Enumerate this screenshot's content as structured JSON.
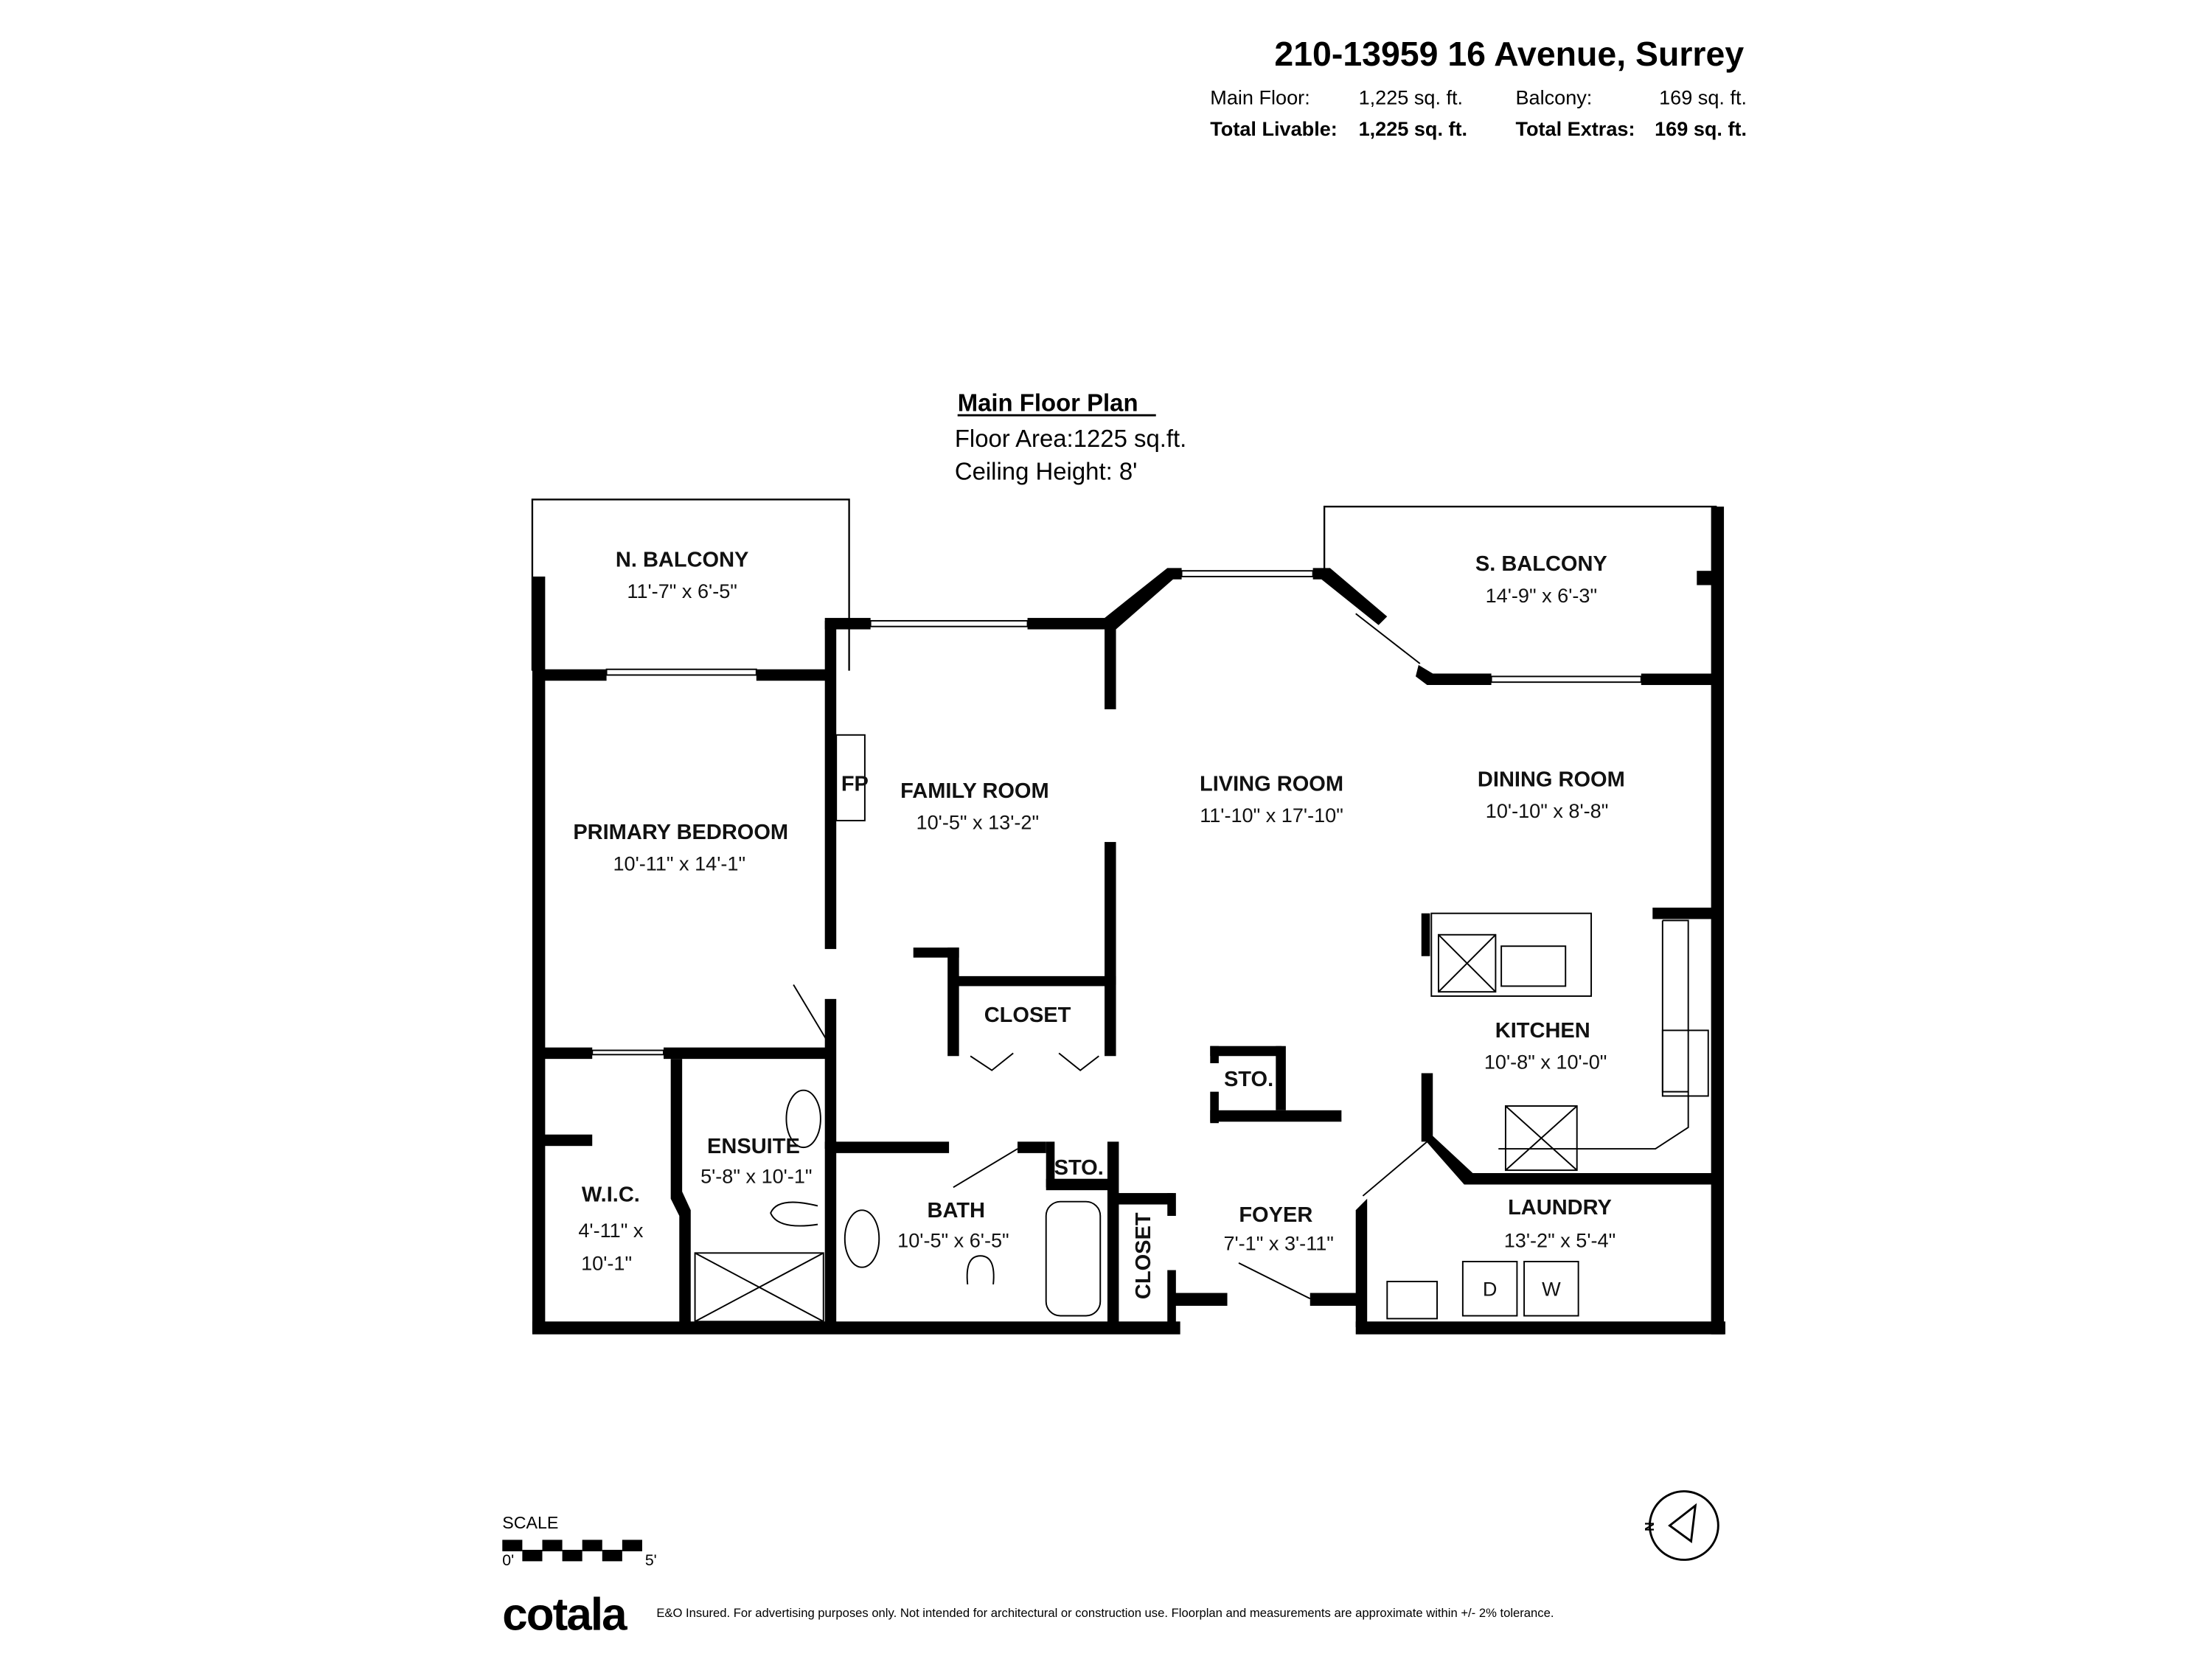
{
  "header": {
    "address": "210-13959 16 Avenue, Surrey",
    "main_floor_label": "Main Floor:",
    "main_floor_value": "1,225 sq. ft.",
    "balcony_label": "Balcony:",
    "balcony_value": "169 sq. ft.",
    "total_livable_label": "Total Livable:",
    "total_livable_value": "1,225 sq. ft.",
    "total_extras_label": "Total Extras:",
    "total_extras_value": "169 sq. ft."
  },
  "plan": {
    "title": "Main Floor Plan",
    "floor_area": "Floor Area:1225 sq.ft.",
    "ceiling_height": "Ceiling Height: 8'"
  },
  "rooms": [
    {
      "name": "N. BALCONY",
      "dims": "11'-7\" x 6'-5\""
    },
    {
      "name": "S. BALCONY",
      "dims": "14'-9\" x 6'-3\""
    },
    {
      "name": "FAMILY ROOM",
      "dims": "10'-5\" x 13'-2\""
    },
    {
      "name": "LIVING ROOM",
      "dims": "11'-10\" x 17'-10\""
    },
    {
      "name": "DINING ROOM",
      "dims": "10'-10\" x 8'-8\""
    },
    {
      "name": "PRIMARY BEDROOM",
      "dims": "10'-11\" x 14'-1\""
    },
    {
      "name": "KITCHEN",
      "dims": "10'-8\" x 10'-0\""
    },
    {
      "name": "ENSUITE",
      "dims": "5'-8\" x 10'-1\""
    },
    {
      "name": "W.I.C.",
      "dims": "4'-11\" x",
      "dims2": "10'-1\""
    },
    {
      "name": "BATH",
      "dims": "10'-5\" x 6'-5\""
    },
    {
      "name": "FOYER",
      "dims": "7'-1\" x 3'-11\""
    },
    {
      "name": "LAUNDRY",
      "dims": "13'-2\" x 5'-4\""
    }
  ],
  "labels": {
    "fp": "FP",
    "closet": "CLOSET",
    "sto": "STO.",
    "foyer_closet": "CLOSET",
    "dryer": "D",
    "washer": "W"
  },
  "scale": {
    "label": "SCALE",
    "start": "0'",
    "end": "5'"
  },
  "compass": {
    "north": "N"
  },
  "footer": {
    "logo": "cotala",
    "disclaimer": "E&O Insured. For advertising purposes only. Not intended for architectural or construction use. Floorplan and measurements are approximate within +/- 2% tolerance."
  }
}
